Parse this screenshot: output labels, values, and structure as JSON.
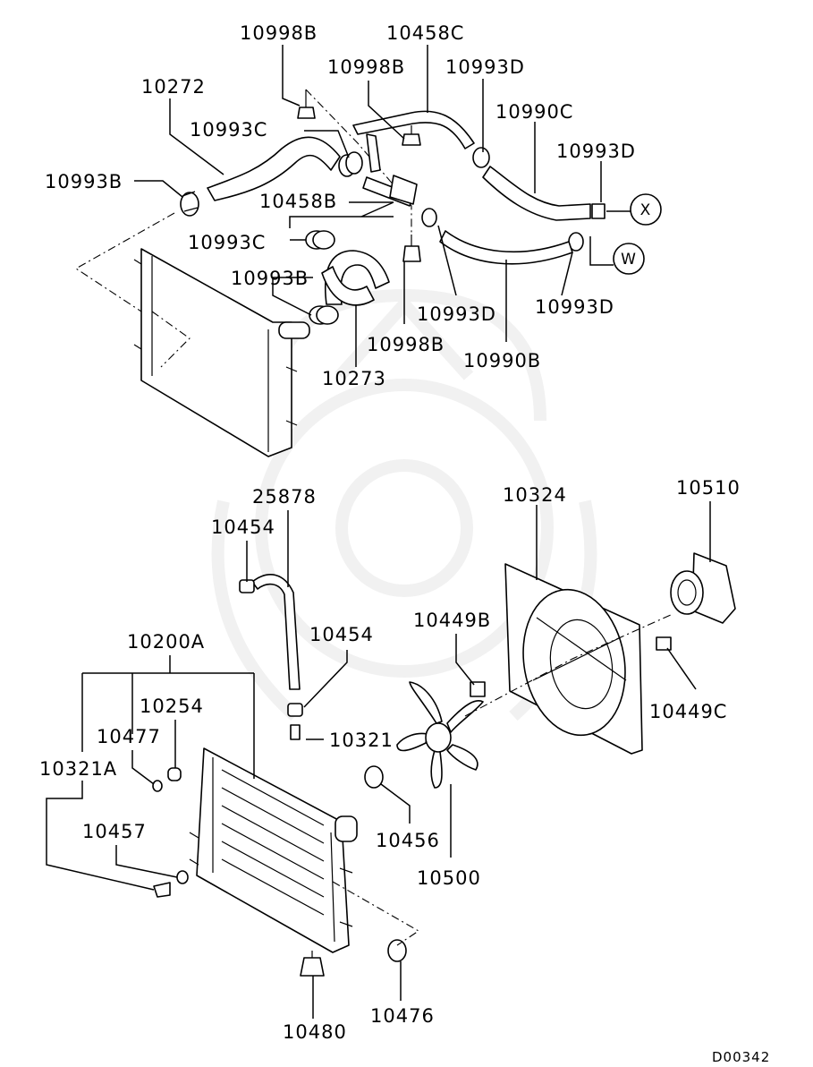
{
  "diagram": {
    "code": "D00342",
    "callouts": {
      "x": "X",
      "w": "W"
    },
    "labels": {
      "p10998B_a": "10998B",
      "p10458C": "10458C",
      "p10998B_b": "10998B",
      "p10993D_a": "10993D",
      "p10272": "10272",
      "p10990C": "10990C",
      "p10993C_a": "10993C",
      "p10993D_b": "10993D",
      "p10993B_a": "10993B",
      "p10458B": "10458B",
      "p10993C_b": "10993C",
      "p10993B_b": "10993B",
      "p10993D_c": "10993D",
      "p10993D_d": "10993D",
      "p10998B_c": "10998B",
      "p10990B": "10990B",
      "p10273": "10273",
      "p25878": "25878",
      "p10324": "10324",
      "p10510": "10510",
      "p10454_a": "10454",
      "p10200A": "10200A",
      "p10454_b": "10454",
      "p10449B": "10449B",
      "p10254": "10254",
      "p10477": "10477",
      "p10449C": "10449C",
      "p10321": "10321",
      "p10321A": "10321A",
      "p10456": "10456",
      "p10457": "10457",
      "p10500": "10500",
      "p10476": "10476",
      "p10480": "10480"
    }
  }
}
